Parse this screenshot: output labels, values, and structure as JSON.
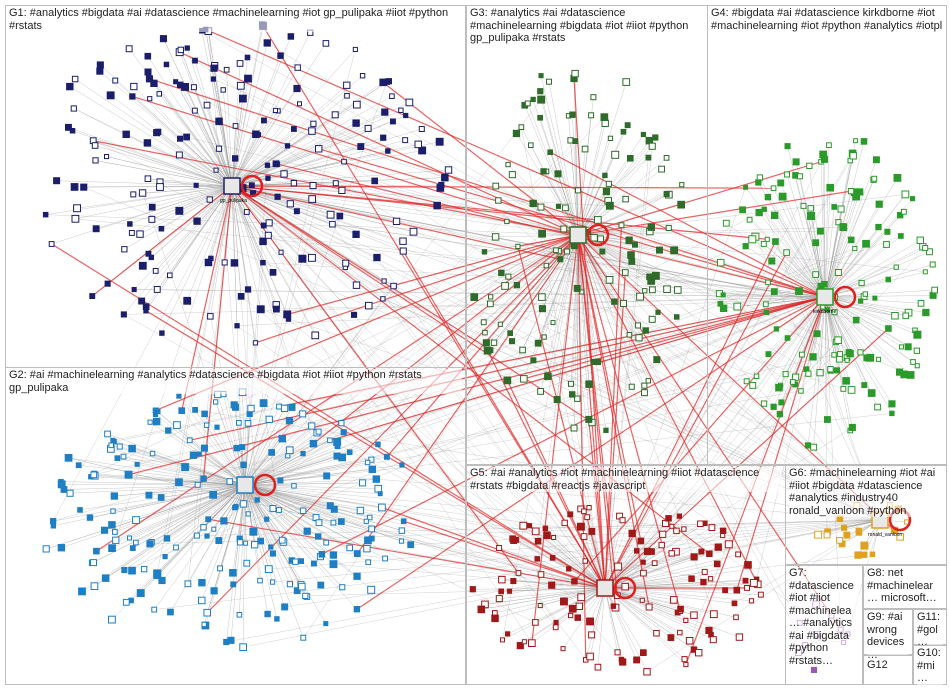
{
  "groups": [
    {
      "id": "G1",
      "label": "G1: #analytics #bigdata #ai #datascience #machinelearning #iot gp_pulipaka #iiot #python #rstats",
      "color": "#1b1f6b"
    },
    {
      "id": "G2",
      "label": "G2: #ai #machinelearning #analytics #datascience #bigdata #iot #iiot #python #rstats gp_pulipaka",
      "color": "#1e7fc4"
    },
    {
      "id": "G3",
      "label": "G3: #analytics #ai #datascience #machinelearning #bigdata #iot #iiot #python gp_pulipaka #rstats",
      "color": "#2f6b2a"
    },
    {
      "id": "G4",
      "label": "G4: #bigdata #ai #datascience kirkdborne #iot #machinelearning #iot #python #analytics #iotpl",
      "color": "#2a9a2a"
    },
    {
      "id": "G5",
      "label": "G5: #ai #analytics #iot #machinelearning #iiot #datascience #rstats #bigdata #reactjs #javascript",
      "color": "#a01818"
    },
    {
      "id": "G6",
      "label": "G6: #machinelearning #iot #ai #iiot #bigdata #datascience #analytics #industry40 ronald_vanloon #python",
      "color": "#e0a020"
    },
    {
      "id": "G7",
      "label": "G7: #datascience #iot #iiot #machinelea… #analytics #ai #bigdata #python #rstats…",
      "color": "#9b59b6"
    },
    {
      "id": "G8",
      "label": "G8: net #machinelear… microsoft…",
      "color": "#7f8c8d"
    },
    {
      "id": "G9",
      "label": "G9: #ai wrong devices…",
      "color": "#8e44ad"
    },
    {
      "id": "G10",
      "label": "G10: #mi…",
      "color": "#2c3e50"
    },
    {
      "id": "G11",
      "label": "G11: #gol…",
      "color": "#16a085"
    },
    {
      "id": "G12",
      "label": "G12",
      "color": "#555555"
    }
  ],
  "node_labels": [
    "gp_pulipaka",
    "kirkdborne",
    "ronald_vanloon"
  ],
  "colors": {
    "edge": "#9a9a9a",
    "reciprocal_edge": "#e02020",
    "border": "#bdbdbd"
  }
}
